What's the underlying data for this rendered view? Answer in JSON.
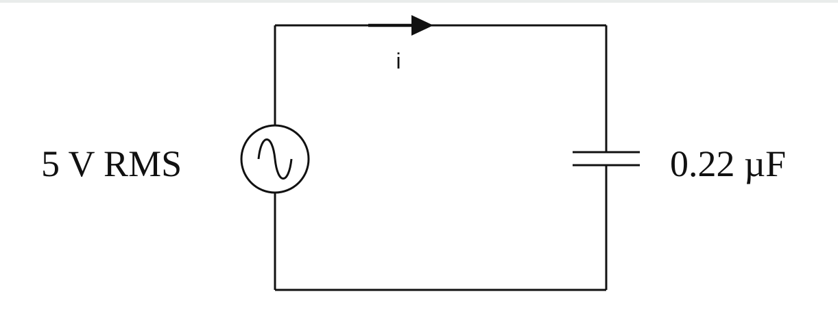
{
  "circuit": {
    "source_label": "5 V RMS",
    "capacitor_label": "0.22 µF",
    "current_label": "i"
  },
  "colors": {
    "wire": "#111111",
    "background": "#ffffff",
    "top_strip": "#e9eceb"
  },
  "icons": {
    "source": "ac-source-icon",
    "capacitor": "capacitor-icon",
    "current_arrow": "arrow-right-icon"
  }
}
